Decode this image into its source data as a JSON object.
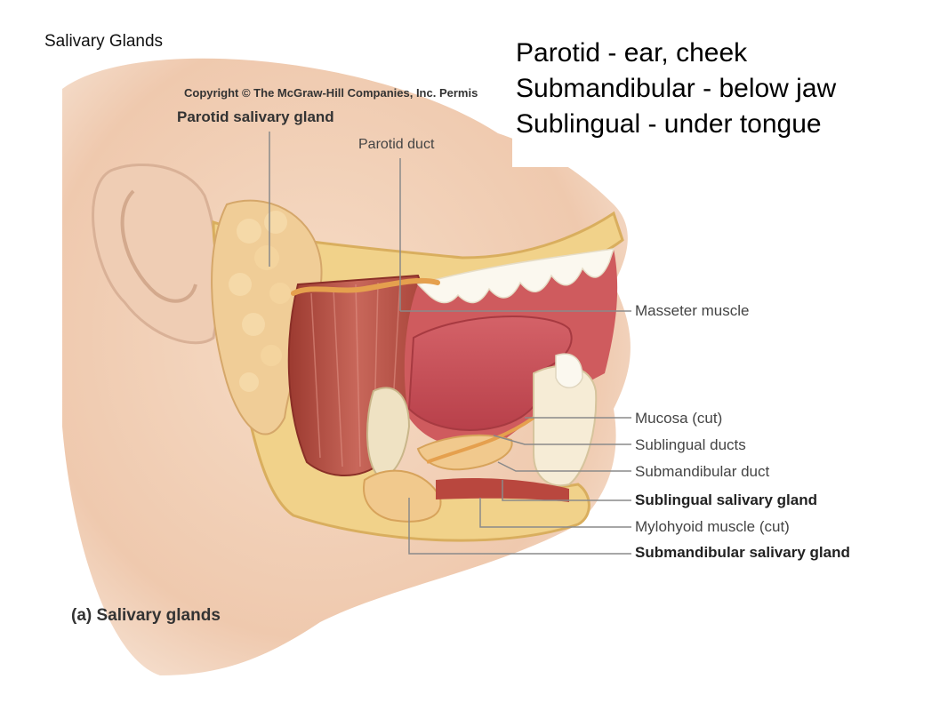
{
  "slide": {
    "title": "Salivary Glands"
  },
  "notes": [
    "Parotid - ear, cheek",
    "Submandibular - below jaw",
    "Sublingual - under tongue"
  ],
  "figure": {
    "copyright": "Copyright © The McGraw-Hill Companies, Inc. Permis",
    "caption": "(a) Salivary glands",
    "labels": {
      "parotid_gland": "Parotid salivary gland",
      "parotid_duct": "Parotid duct",
      "masseter": "Masseter muscle",
      "mucosa": "Mucosa (cut)",
      "sublingual_ducts": "Sublingual ducts",
      "submandibular_duct": "Submandibular duct",
      "sublingual_gland": "Sublingual salivary gland",
      "mylohyoid": "Mylohyoid muscle (cut)",
      "submandibular_gland": "Submandibular salivary gland"
    }
  },
  "colors": {
    "skin": "#f3d4bd",
    "muscle": "#b84a3c",
    "gland": "#f2cf9a",
    "mouth": "#d45a5a",
    "tongue": "#c94a4f",
    "teeth": "#fbf8ef",
    "leader_line": "#8a8a8a"
  }
}
